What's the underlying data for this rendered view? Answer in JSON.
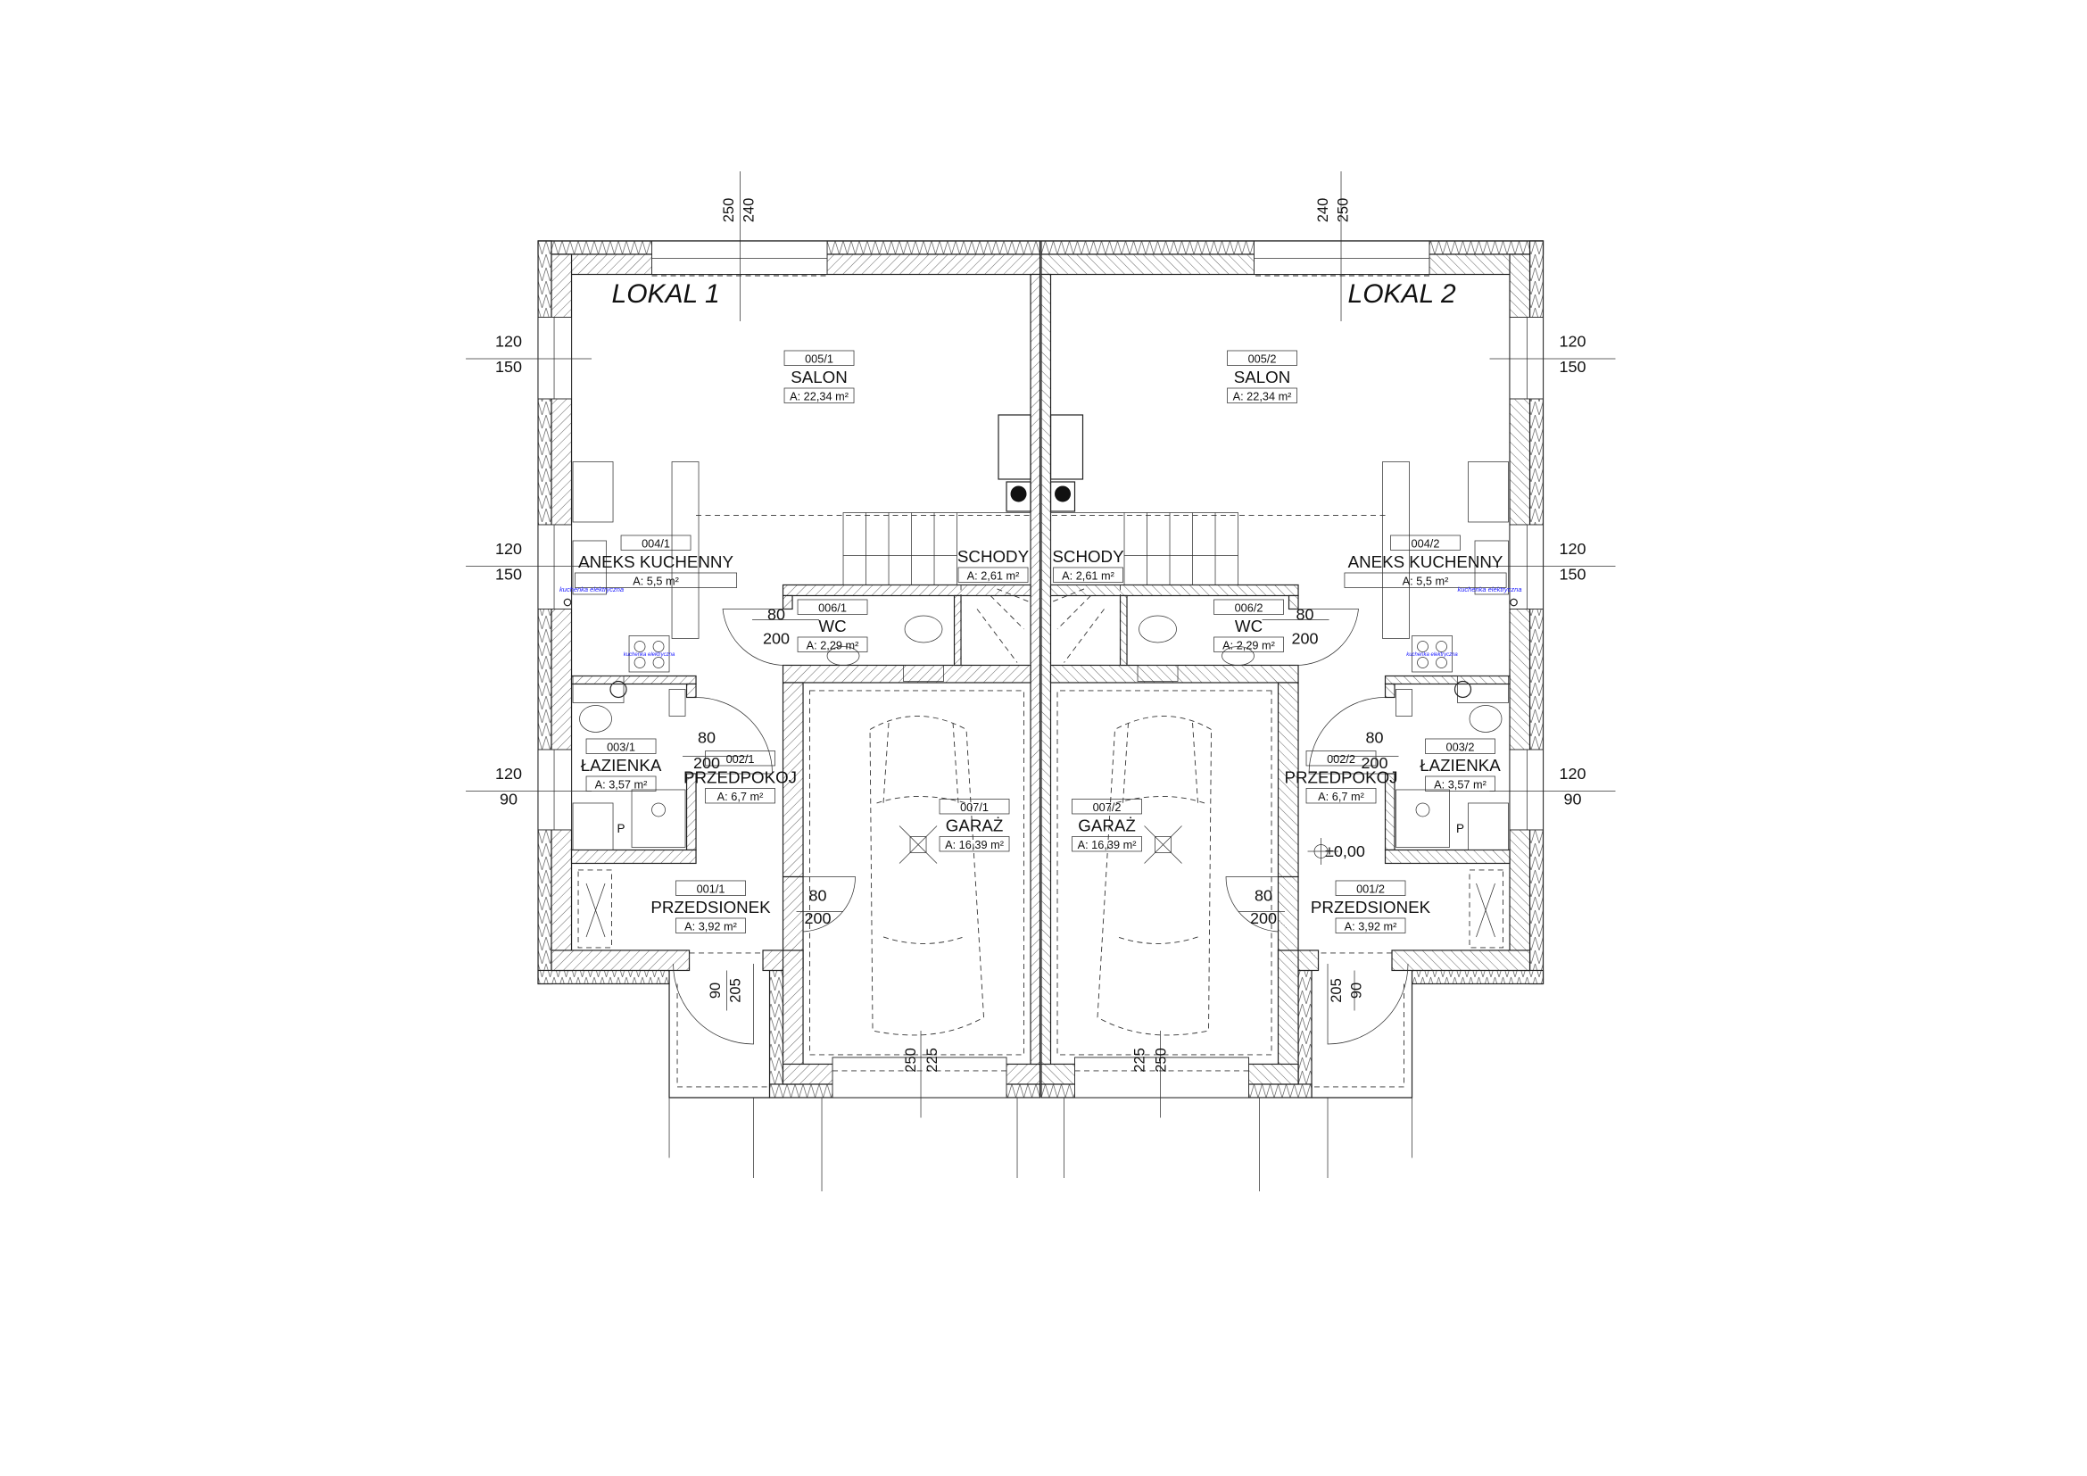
{
  "units": [
    {
      "title": "LOKAL 1",
      "rooms": [
        {
          "number": "005/1",
          "name": "SALON",
          "area": "A: 22,34 m²"
        },
        {
          "number": "004/1",
          "name": "ANEKS KUCHENNY",
          "area": "A: 5,5 m²"
        },
        {
          "number": "",
          "name": "SCHODY",
          "area": "A: 2,61 m²"
        },
        {
          "number": "006/1",
          "name": "WC",
          "area": "A: 2,29 m²"
        },
        {
          "number": "003/1",
          "name": "ŁAZIENKA",
          "area": "A: 3,57 m²"
        },
        {
          "number": "002/1",
          "name": "PRZEDPOKOJ",
          "area": "A: 6,7 m²"
        },
        {
          "number": "007/1",
          "name": "GARAŻ",
          "area": "A: 16,39 m²"
        },
        {
          "number": "001/1",
          "name": "PRZEDSIONEK",
          "area": "A: 3,92 m²"
        }
      ]
    },
    {
      "title": "LOKAL 2",
      "rooms": [
        {
          "number": "005/2",
          "name": "SALON",
          "area": "A: 22,34 m²"
        },
        {
          "number": "004/2",
          "name": "ANEKS KUCHENNY",
          "area": "A: 5,5 m²"
        },
        {
          "number": "",
          "name": "SCHODY",
          "area": "A: 2,61 m²"
        },
        {
          "number": "006/2",
          "name": "WC",
          "area": "A: 2,29 m²"
        },
        {
          "number": "003/2",
          "name": "ŁAZIENKA",
          "area": "A: 3,57 m²"
        },
        {
          "number": "002/2",
          "name": "PRZEDPOKOJ",
          "area": "A: 6,7 m²"
        },
        {
          "number": "007/2",
          "name": "GARAŻ",
          "area": "A: 16,39 m²"
        },
        {
          "number": "001/2",
          "name": "PRZEDSIONEK",
          "area": "A: 3,92 m²"
        }
      ]
    }
  ],
  "openings": {
    "top_window": [
      "250",
      "240"
    ],
    "side_window_1": [
      "120",
      "150"
    ],
    "side_window_2": [
      "120",
      "150"
    ],
    "side_window_3": [
      "120",
      "90"
    ],
    "wc_door": [
      "80",
      "200"
    ],
    "bath_door": [
      "80",
      "200"
    ],
    "garage_inner_door": [
      "80",
      "200"
    ],
    "entrance_door": [
      "90",
      "205"
    ],
    "garage_door": [
      "250",
      "225"
    ]
  },
  "level_mark": "±0,00",
  "appliance_label": "kuchenka elektryczna",
  "closet_label": "P",
  "colors": {
    "lines": "#222222",
    "annotation": "#1a1aff"
  }
}
